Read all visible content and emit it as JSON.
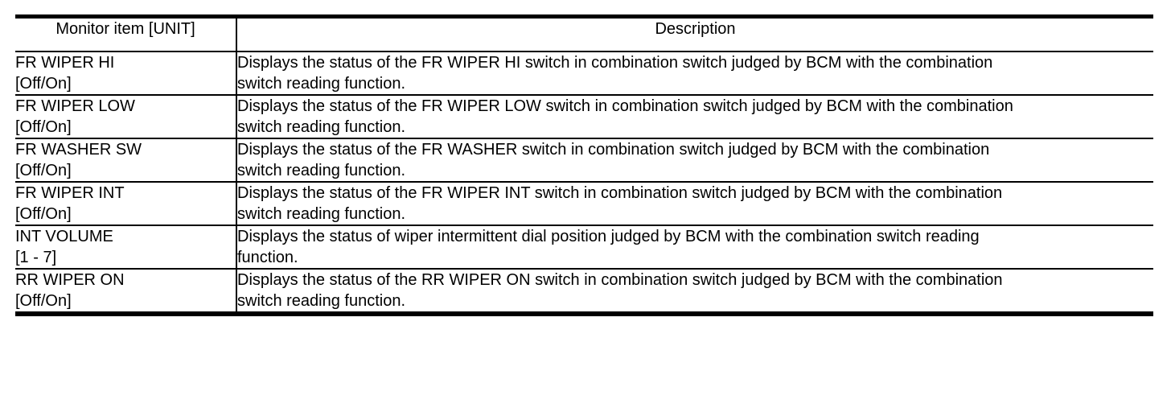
{
  "page": {
    "background": "#ffffff",
    "text_color": "#000000",
    "rule_color": "#000000"
  },
  "table": {
    "headers": [
      "Monitor item [UNIT]",
      "Description"
    ],
    "rows": [
      {
        "item": "FR WIPER HI",
        "unit": "[Off/On]",
        "description": "Displays the status of the FR WIPER HI switch in combination switch judged by BCM with the combination\nswitch reading function."
      },
      {
        "item": "FR WIPER LOW",
        "unit": "[Off/On]",
        "description": "Displays the status of the FR WIPER LOW switch in combination switch judged by BCM with the combination\nswitch reading function."
      },
      {
        "item": "FR WASHER SW",
        "unit": "[Off/On]",
        "description": "Displays the status of the FR WASHER switch in combination switch judged by BCM with the combination\nswitch reading function."
      },
      {
        "item": "FR WIPER INT",
        "unit": "[Off/On]",
        "description": "Displays the status of the FR WIPER INT switch in combination switch judged by BCM with the combination\nswitch reading function."
      },
      {
        "item": "INT VOLUME",
        "unit": "[1 - 7]",
        "description": "Displays the status of wiper intermittent dial position judged by BCM with the combination switch reading\nfunction."
      },
      {
        "item": "RR WIPER ON",
        "unit": "[Off/On]",
        "description": "Displays the status of the RR WIPER ON switch in combination switch judged by BCM with the combination\nswitch reading function."
      }
    ]
  }
}
